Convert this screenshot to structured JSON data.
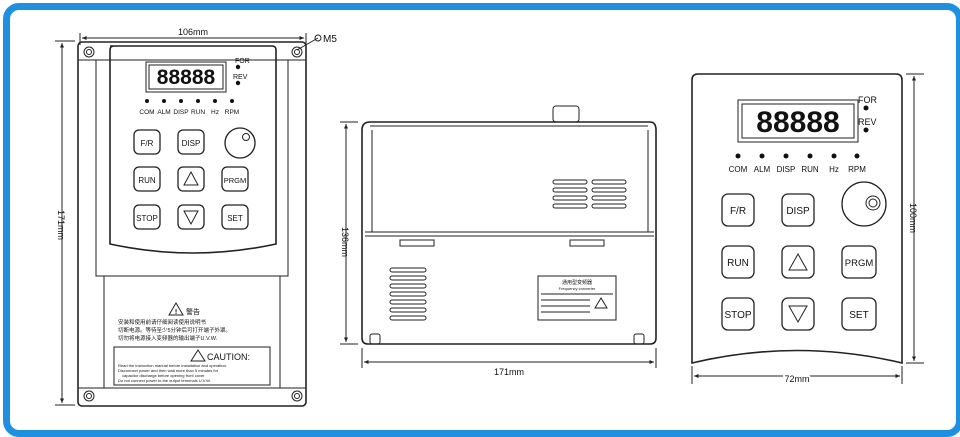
{
  "front_view": {
    "width_dim": "106mm",
    "height_dim": "171mm",
    "screw_label": "M5",
    "led_labels_right": [
      "FOR",
      "REV"
    ],
    "led_labels_bottom": [
      "COM",
      "ALM",
      "DISP",
      "RUN",
      "Hz",
      "RPM"
    ],
    "keys": [
      "F/R",
      "DISP",
      "RUN",
      "PRGM",
      "STOP",
      "SET"
    ],
    "warning_title_cn": "警告",
    "warning_lines_cn": [
      "安装和使用前请仔细阅读使用说明书",
      "切断电源。等待至少5分钟后可打开端子外罩。",
      "切勿将电源接入变频器的输出端子U.V.W."
    ],
    "caution_title": "CAUTION:",
    "caution_lines": [
      "Read the instruction manual before installation and operation.",
      "Disconnect power and then wait more than 5 minutes for",
      "capacitor discharge before opening front cover",
      "Do not connect power to the output terminals U.V.W."
    ]
  },
  "side_view": {
    "width_dim": "171mm",
    "height_dim": "136mm",
    "label_title": "通用型变频器",
    "label_subtitle": "Frequency converter"
  },
  "keypad_view": {
    "width_dim": "72mm",
    "height_dim": "100mm",
    "led_labels_right": [
      "FOR",
      "REV"
    ],
    "led_labels_bottom": [
      "COM",
      "ALM",
      "DISP",
      "RUN",
      "Hz",
      "RPM"
    ],
    "keys": [
      "F/R",
      "DISP",
      "RUN",
      "PRGM",
      "STOP",
      "SET"
    ]
  },
  "colors": {
    "frame": "#1f8fe0",
    "line": "#222222"
  }
}
